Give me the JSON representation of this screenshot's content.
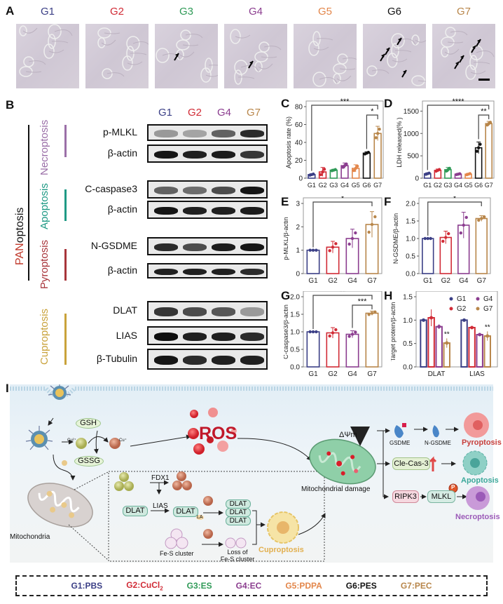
{
  "panel_labels": {
    "A": "A",
    "B": "B",
    "C": "C",
    "D": "D",
    "E": "E",
    "F": "F",
    "G": "G",
    "H": "H",
    "I": "I"
  },
  "colors": {
    "G1": "#3b3f86",
    "G2": "#d12b36",
    "G3": "#2f9a57",
    "G4": "#8b3d8f",
    "G5": "#e3864a",
    "G6": "#111111",
    "G7": "#b8864a"
  },
  "panel_a": {
    "groups": [
      "G1",
      "G2",
      "G3",
      "G4",
      "G5",
      "G6",
      "G7"
    ],
    "arrow_counts": [
      0,
      0,
      1,
      1,
      0,
      4,
      4
    ],
    "scale_bar": true
  },
  "panel_b": {
    "lanes": [
      "G1",
      "G2",
      "G4",
      "G7"
    ],
    "group_label": {
      "pan_prefix": "PAN",
      "pan_suffix": "optosis"
    },
    "pathways": [
      {
        "name": "Necroptosis",
        "color": "#9b6fa8"
      },
      {
        "name": "Apoptosis",
        "color": "#1f9a85"
      },
      {
        "name": "Pyroptosis",
        "color": "#a8353b"
      },
      {
        "name": "Cuproptosis",
        "color": "#c9a23b"
      }
    ],
    "blots": [
      {
        "label": "p-MLKL",
        "intensity": [
          0.35,
          0.3,
          0.6,
          0.85
        ]
      },
      {
        "label": "β-actin",
        "intensity": [
          0.95,
          0.9,
          0.92,
          0.8
        ]
      },
      {
        "label": "C-caspase3",
        "intensity": [
          0.6,
          0.55,
          0.7,
          0.95
        ]
      },
      {
        "label": "β-actin",
        "intensity": [
          0.95,
          0.9,
          0.9,
          0.92
        ]
      },
      {
        "label": "N-GSDME",
        "intensity": [
          0.85,
          0.7,
          0.92,
          0.95
        ]
      },
      {
        "label": "β-actin",
        "intensity": [
          0.9,
          0.9,
          0.9,
          0.85
        ]
      },
      {
        "label": "DLAT",
        "intensity": [
          0.8,
          0.7,
          0.65,
          0.35
        ]
      },
      {
        "label": "LIAS",
        "intensity": [
          0.98,
          0.9,
          0.9,
          0.85
        ]
      },
      {
        "label": "β-Tubulin",
        "intensity": [
          0.95,
          0.85,
          0.9,
          0.9
        ]
      }
    ]
  },
  "chart_data": [
    {
      "id": "C",
      "type": "bar",
      "title": "",
      "ylabel": "Apoptosis rate (%)",
      "xlabel": "",
      "categories": [
        "G1",
        "G2",
        "G3",
        "G4",
        "G5",
        "G6",
        "G7"
      ],
      "values": [
        4,
        7,
        9,
        14,
        11,
        28,
        50
      ],
      "errors": [
        1,
        5,
        1,
        3,
        4,
        1.5,
        8
      ],
      "ylim": [
        0,
        80
      ],
      "yticks": [
        0,
        20,
        40,
        60,
        80
      ],
      "significance": [
        {
          "from": "G1",
          "to": "G7",
          "label": "***"
        },
        {
          "from": "G6",
          "to": "G7",
          "label": "*"
        }
      ]
    },
    {
      "id": "D",
      "type": "bar",
      "title": "",
      "ylabel": "LDH released(% )",
      "xlabel": "",
      "categories": [
        "G1",
        "G2",
        "G3",
        "G4",
        "G5",
        "G6",
        "G7"
      ],
      "values": [
        100,
        175,
        190,
        90,
        90,
        680,
        1220
      ],
      "errors": [
        20,
        30,
        50,
        15,
        20,
        130,
        50
      ],
      "ylim": [
        0,
        1600
      ],
      "yticks": [
        0,
        500,
        1000,
        1500
      ],
      "significance": [
        {
          "from": "G1",
          "to": "G7",
          "label": "****"
        },
        {
          "from": "G6",
          "to": "G7",
          "label": "**"
        }
      ]
    },
    {
      "id": "E",
      "type": "bar",
      "title": "",
      "ylabel": "p-MLKL/β-actin",
      "xlabel": "",
      "categories": [
        "G1",
        "G2",
        "G4",
        "G7"
      ],
      "values": [
        1.0,
        1.13,
        1.5,
        2.1
      ],
      "errors": [
        0,
        0.25,
        0.4,
        0.55
      ],
      "ylim": [
        0,
        3
      ],
      "yticks": [
        0,
        1,
        2,
        3
      ],
      "significance": [
        {
          "from": "G1",
          "to": "G7",
          "label": "*"
        }
      ]
    },
    {
      "id": "F",
      "type": "bar",
      "title": "",
      "ylabel": "N-GSDME/β-actin",
      "xlabel": "",
      "categories": [
        "G1",
        "G2",
        "G4",
        "G7"
      ],
      "values": [
        1.0,
        1.03,
        1.38,
        1.57
      ],
      "errors": [
        0,
        0.18,
        0.37,
        0.08
      ],
      "ylim": [
        0,
        2
      ],
      "yticks": [
        "0.0",
        "0.5",
        "1.0",
        "1.5",
        "2.0"
      ],
      "significance": [
        {
          "from": "G1",
          "to": "G7",
          "label": "*"
        }
      ]
    },
    {
      "id": "G",
      "type": "bar",
      "title": "",
      "ylabel": "C-caspase3/β-actin",
      "xlabel": "",
      "categories": [
        "G1",
        "G2",
        "G4",
        "G7"
      ],
      "values": [
        1.0,
        0.97,
        0.93,
        1.53
      ],
      "errors": [
        0,
        0.15,
        0.1,
        0.06
      ],
      "ylim": [
        0,
        2
      ],
      "yticks": [
        "0.0",
        "0.5",
        "1.0",
        "1.5",
        "2.0"
      ],
      "significance": [
        {
          "from": "G1",
          "to": "G7",
          "label": "**"
        },
        {
          "from": "G4",
          "to": "G7",
          "label": "***"
        }
      ]
    },
    {
      "id": "H",
      "type": "bar",
      "title": "",
      "ylabel": "Target protein/β-actin",
      "xlabel": "",
      "categories": [
        "DLAT",
        "LIAS"
      ],
      "series": [
        {
          "name": "G1",
          "values": [
            1.0,
            1.0
          ],
          "errors": [
            0,
            0
          ]
        },
        {
          "name": "G2",
          "values": [
            1.05,
            0.84
          ],
          "errors": [
            0.18,
            0.03
          ]
        },
        {
          "name": "G4",
          "values": [
            0.86,
            0.69
          ],
          "errors": [
            0.05,
            0.03
          ]
        },
        {
          "name": "G7",
          "values": [
            0.51,
            0.66
          ],
          "errors": [
            0.1,
            0.1
          ]
        }
      ],
      "ylim": [
        0,
        1.5
      ],
      "yticks": [
        "0.0",
        "0.5",
        "1.0",
        "1.5"
      ],
      "significance_marks": [
        "**",
        "**"
      ],
      "legend": "top-right"
    }
  ],
  "panel_i": {
    "gsh": "GSH",
    "gssg": "GSSG",
    "cu2": "Cu²⁺",
    "cu1": "Cu⁺",
    "ros": "ROS",
    "mitochondria": "Mitochondria",
    "fdx1": "FDX1",
    "lias": "LIAS",
    "dlat": "DLAT",
    "la": "LA",
    "fes": "Fe-S cluster",
    "loss_fes_1": "Loss of",
    "loss_fes_2": "Fe-S cluster",
    "cuproptosis": "Cuproptosis",
    "delta_psi": "ΔΨm",
    "mito_damage": "Mitochondrial damage",
    "gsdme": "GSDME",
    "n_gsdme": "N-GSDME",
    "pyroptosis": "Pyroptosis",
    "cle_cas3": "Cle-Cas-3",
    "apoptosis": "Apoptosis",
    "ripk3": "RIPK3",
    "mlkl": "MLKL",
    "p": "P",
    "necroptosis": "Necroptosis"
  },
  "legend": [
    {
      "key": "G1",
      "text": "G1:PBS",
      "sub": ""
    },
    {
      "key": "G2",
      "text": "G2:CuCl",
      "sub": "2"
    },
    {
      "key": "G3",
      "text": "G3:ES",
      "sub": ""
    },
    {
      "key": "G4",
      "text": "G4:EC",
      "sub": ""
    },
    {
      "key": "G5",
      "text": "G5:PDPA",
      "sub": ""
    },
    {
      "key": "G6",
      "text": "G6:PES",
      "sub": ""
    },
    {
      "key": "G7",
      "text": "G7:PEC",
      "sub": ""
    }
  ]
}
